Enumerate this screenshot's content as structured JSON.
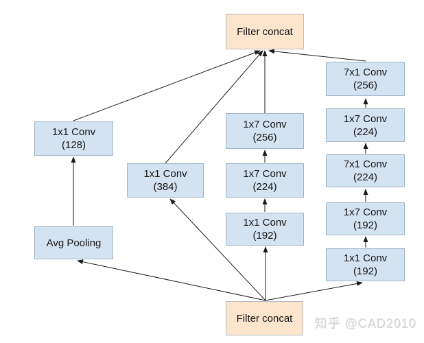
{
  "nodes": {
    "concat_top": {
      "label": "Filter concat"
    },
    "conv_1x1_128": {
      "title": "1x1 Conv",
      "sub": "(128)"
    },
    "avg_pooling": {
      "label": "Avg Pooling"
    },
    "conv_1x1_384": {
      "title": "1x1 Conv",
      "sub": "(384)"
    },
    "b3_conv_1x7_256": {
      "title": "1x7 Conv",
      "sub": "(256)"
    },
    "b3_conv_1x7_224": {
      "title": "1x7 Conv",
      "sub": "(224)"
    },
    "b3_conv_1x1_192": {
      "title": "1x1 Conv",
      "sub": "(192)"
    },
    "b4_conv_7x1_256": {
      "title": "7x1 Conv",
      "sub": "(256)"
    },
    "b4_conv_1x7_224": {
      "title": "1x7 Conv",
      "sub": "(224)"
    },
    "b4_conv_7x1_224": {
      "title": "7x1 Conv",
      "sub": "(224)"
    },
    "b4_conv_1x7_192": {
      "title": "1x7 Conv",
      "sub": "(192)"
    },
    "b4_conv_1x1_192": {
      "title": "1x1 Conv",
      "sub": "(192)"
    },
    "concat_bottom": {
      "label": "Filter concat"
    }
  },
  "watermark": {
    "text": "知乎 @CAD2010"
  },
  "colors": {
    "conv_fill": "#d4e3f2",
    "conv_border": "#9db3ca",
    "concat_fill": "#fce5cd",
    "concat_border": "#b6bcc2",
    "arrow": "#1a1a1a",
    "watermark_text": "#d6d6d6",
    "background": "#ffffff"
  }
}
